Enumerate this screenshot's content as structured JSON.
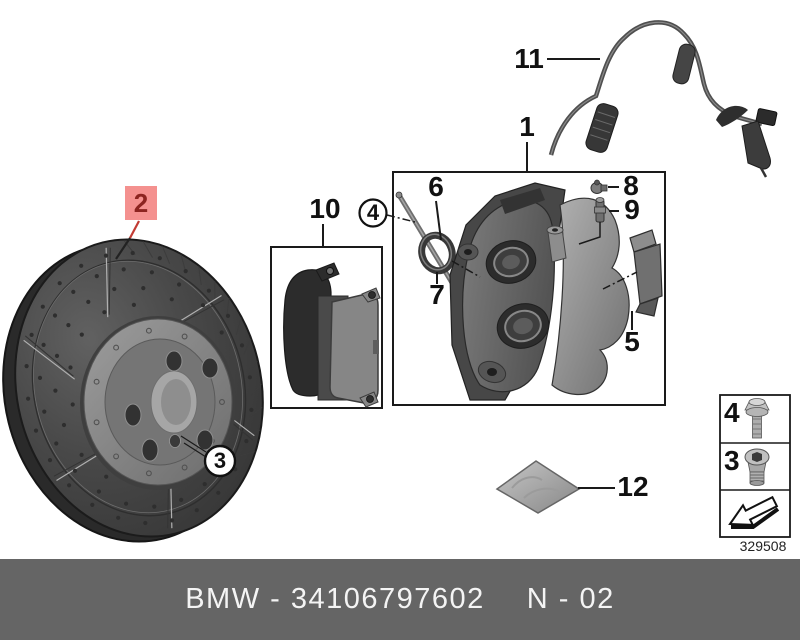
{
  "callouts": {
    "c1": "1",
    "c2": "2",
    "c3": "3",
    "c4": "4",
    "c5": "5",
    "c6": "6",
    "c7": "7",
    "c8": "8",
    "c9": "9",
    "c10": "10",
    "c11": "11",
    "c12": "12"
  },
  "legend": {
    "row1_label": "4",
    "row2_label": "3",
    "row1_icon": "flange-bolt-icon",
    "row2_icon": "screw-plug-icon",
    "row3_icon": "direction-arrow-icon"
  },
  "drawing_number": "329508",
  "footer": {
    "left_text": "BMW - 34106797602",
    "right_text": "N - 02"
  },
  "colors": {
    "highlight_bg": "#F4918F",
    "highlight_fg": "#8C2420",
    "footer_bg": "#656565",
    "line": "#1a1a1a"
  }
}
